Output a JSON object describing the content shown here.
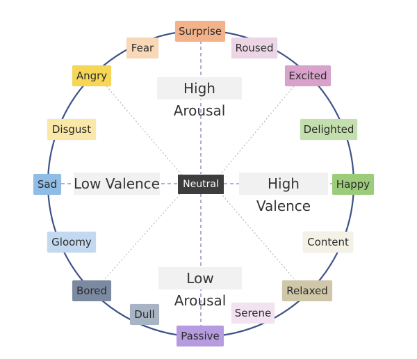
{
  "center_label": "Neutral",
  "axis_labels": {
    "top": "High Arousal",
    "bottom": "Low Arousal",
    "left": "Low Valence",
    "right": "High Valence"
  },
  "emotions": [
    {
      "id": "surprise",
      "label": "Surprise",
      "color": "#f4b28a"
    },
    {
      "id": "roused",
      "label": "Roused",
      "color": "#ecd6e6"
    },
    {
      "id": "excited",
      "label": "Excited",
      "color": "#d9a2cb"
    },
    {
      "id": "delighted",
      "label": "Delighted",
      "color": "#c3dfae"
    },
    {
      "id": "happy",
      "label": "Happy",
      "color": "#9ccc7a"
    },
    {
      "id": "content",
      "label": "Content",
      "color": "#f4f1e6"
    },
    {
      "id": "relaxed",
      "label": "Relaxed",
      "color": "#cfc7a8"
    },
    {
      "id": "serene",
      "label": "Serene",
      "color": "#f3e3f2"
    },
    {
      "id": "passive",
      "label": "Passive",
      "color": "#b79be0"
    },
    {
      "id": "dull",
      "label": "Dull",
      "color": "#a8b3c3"
    },
    {
      "id": "bored",
      "label": "Bored",
      "color": "#7b8aa1"
    },
    {
      "id": "gloomy",
      "label": "Gloomy",
      "color": "#c3d9ef"
    },
    {
      "id": "sad",
      "label": "Sad",
      "color": "#90bde6"
    },
    {
      "id": "disgust",
      "label": "Disgust",
      "color": "#f9e8a8"
    },
    {
      "id": "angry",
      "label": "Angry",
      "color": "#f5d657"
    },
    {
      "id": "fear",
      "label": "Fear",
      "color": "#f9d8b8"
    }
  ],
  "colors": {
    "circle": "#3e5188",
    "dashed_line": "#aaaaaa",
    "axis_dash": "#8b7ac0"
  }
}
